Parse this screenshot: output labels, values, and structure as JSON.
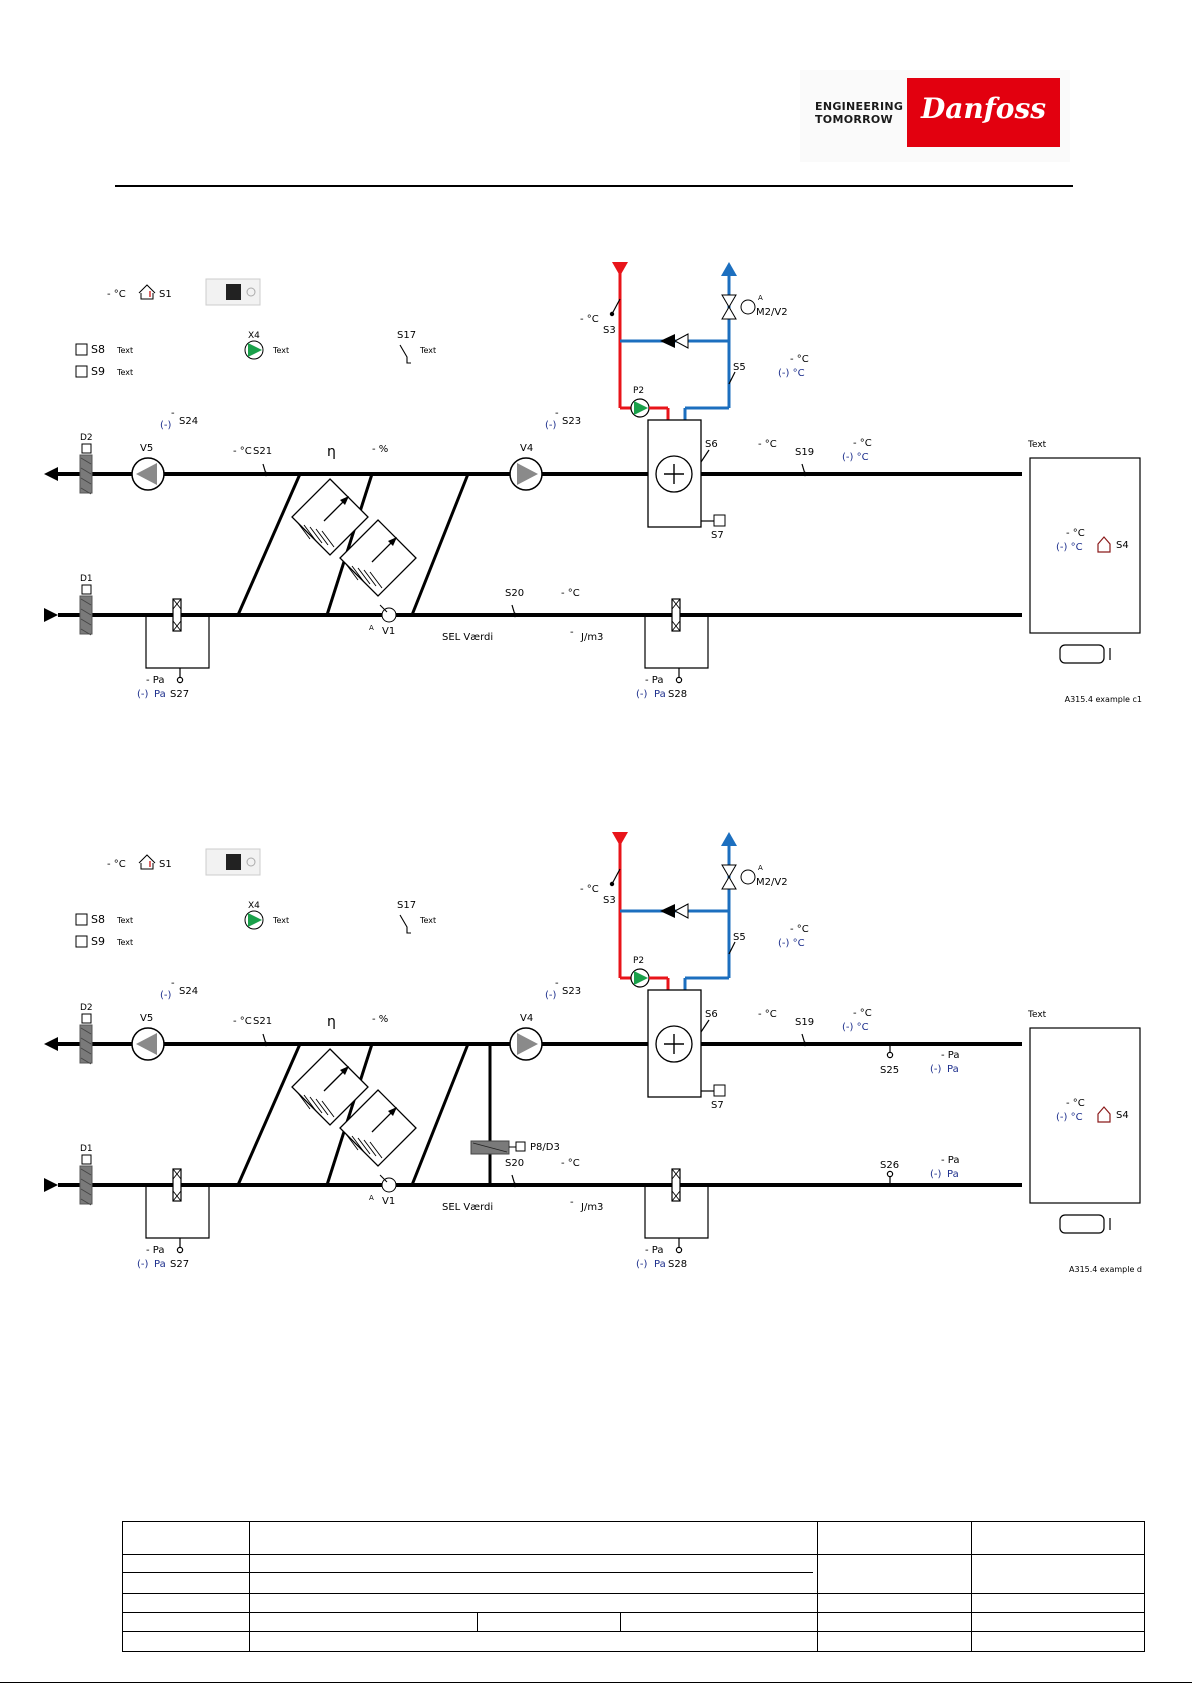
{
  "brand": {
    "tagline_line1": "ENGINEERING",
    "tagline_line2": "TOMORROW",
    "logo_text": "Danfoss",
    "red": "#e2000f"
  },
  "colors": {
    "supply_pipe": "#e8141a",
    "return_pipe": "#1c6fbf",
    "pump_green": "#1aa04a",
    "setpoint_blue": "#1c2e8c",
    "damper_gray": "#7a7a7a"
  },
  "texts": {
    "deg": "- °C",
    "deg_set": "(-) °C",
    "pa": "- Pa",
    "pa_set_open": "(-)",
    "pa_unit": "Pa",
    "percent": "- %",
    "eta": "η",
    "dash": "-",
    "paren_dash": "(-)",
    "text": "Text",
    "sel_value": "SEL Værdi",
    "j_m3": "J/m3",
    "deg_s21": "- °C"
  },
  "labels": {
    "S1": "S1",
    "S3": "S3",
    "S4": "S4",
    "S5": "S5",
    "S6": "S6",
    "S7": "S7",
    "S8": "S8",
    "S9": "S9",
    "S17": "S17",
    "S19": "S19",
    "S20": "S20",
    "S21": "S21",
    "S23": "S23",
    "S24": "S24",
    "S25": "S25",
    "S26": "S26",
    "S27": "S27",
    "S28": "S28",
    "X4": "X4",
    "P2": "P2",
    "V1": "V1",
    "V4": "V4",
    "V5": "V5",
    "D1": "D1",
    "D2": "D2",
    "M2V2": "M2/V2",
    "A": "A",
    "P8D3": "P8/D3"
  },
  "diagrams": [
    {
      "id": "c1",
      "caption": "A315.4 example c1",
      "variant": "basic"
    },
    {
      "id": "d",
      "caption": "A315.4 example d",
      "variant": "extended"
    }
  ]
}
